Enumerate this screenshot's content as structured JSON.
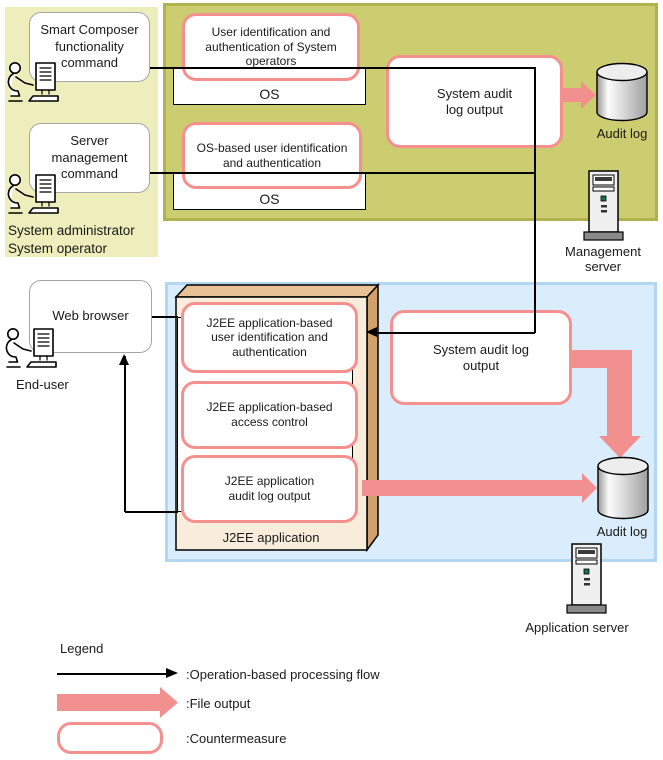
{
  "admin": {
    "box1": [
      "Smart Composer",
      "functionality",
      "command"
    ],
    "box2": [
      "Server",
      "management",
      "command"
    ],
    "caption": [
      "System administrator",
      "System operator"
    ]
  },
  "os_zone": {
    "cm1": [
      "User identification and",
      "authentication of System",
      "operators"
    ],
    "os1": "OS",
    "cm2": [
      "OS-based user identification",
      "and authentication"
    ],
    "os2": "OS",
    "audit_box": [
      "System audit",
      "log output"
    ],
    "audit_db": "Audit log"
  },
  "mgmt": {
    "label": [
      "Management",
      "server"
    ]
  },
  "enduser": {
    "box": "Web browser",
    "caption": "End-user"
  },
  "j2ee": {
    "cm1": [
      "J2EE application-based",
      "user identification and",
      "authentication"
    ],
    "cm2": [
      "J2EE application-based",
      "access control"
    ],
    "cm3": [
      "J2EE application",
      "audit log output"
    ],
    "box_label": "J2EE application",
    "audit_box": [
      "System audit log",
      "output"
    ],
    "audit_db": "Audit log"
  },
  "appserver": {
    "label": "Application server"
  },
  "legend": {
    "title": "Legend",
    "flow": ":Operation-based processing flow",
    "file": ":File output",
    "cm": ":Countermeasure"
  },
  "colors": {
    "admin_zone_bg": "#eeeebc",
    "os_zone_bg": "#cccc70",
    "os_zone_border": "#b1b150",
    "j2ee_zone_bg": "#daedfc",
    "j2ee_zone_border": "#b1d7f2",
    "countermeasure_pink": "#f5908f",
    "file_output_arrow": "#f2908f",
    "j2ee_box_front": "#f8ecda",
    "j2ee_box_side": "#d2a06a",
    "line_black": "#000000"
  }
}
